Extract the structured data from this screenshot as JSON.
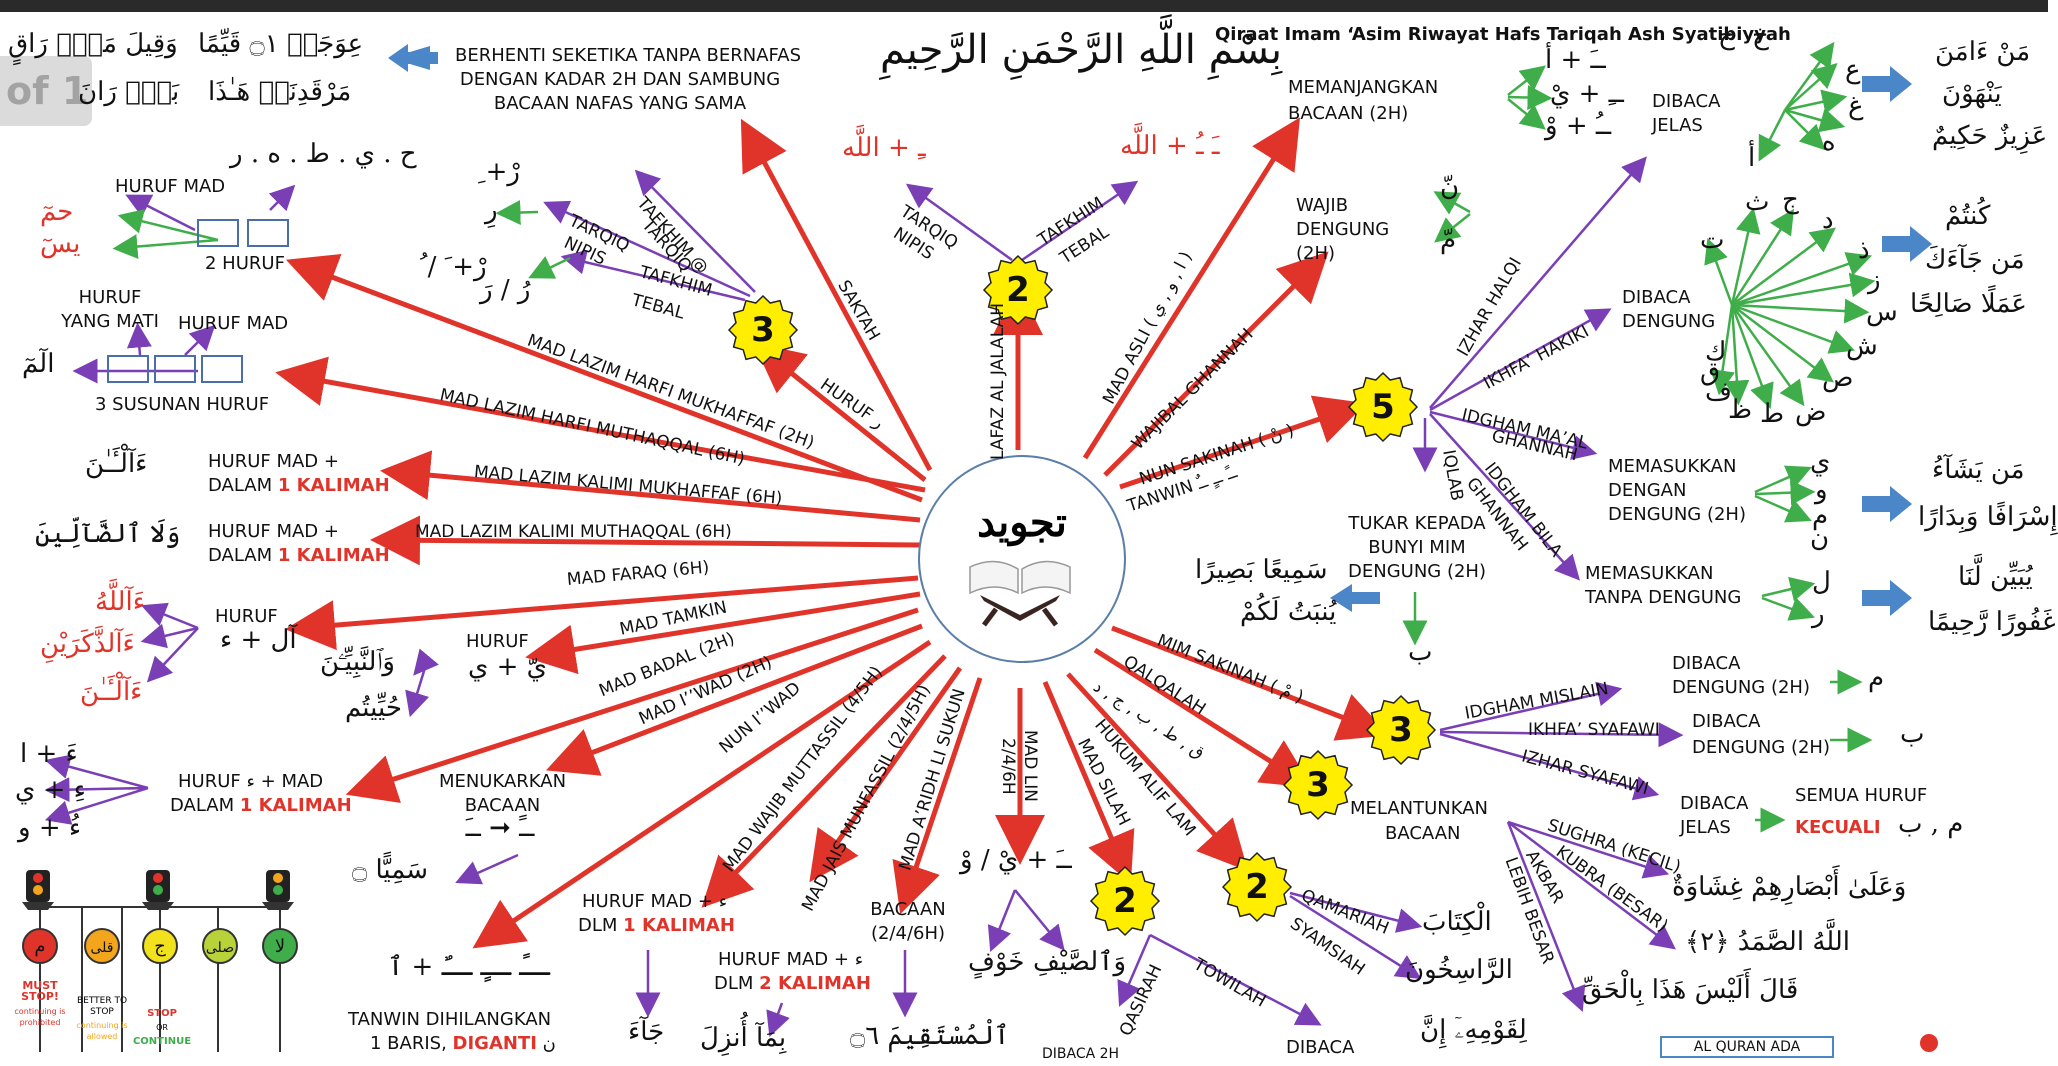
{
  "header": {
    "title": "Qiraat Imam ‘Asim Riwayat Hafs Tariqah Ash Syatibiyyah",
    "bismillah": "بِسْمِ اللَّهِ الرَّحْمَنِ الرَّحِيمِ",
    "page_badge": "of 1"
  },
  "hub": {
    "title": "تجويد"
  },
  "bursts": {
    "saktah_tafkhim": "3",
    "lafaz": "2",
    "nun_sakinah": "5",
    "mim_sakinah": "3",
    "qalqalah": "3",
    "alif_lam": "2",
    "mad_silah": "2"
  },
  "branches": {
    "saktah": "SAKTAH",
    "huruf_ra": "HURUF ر",
    "lafaz": "LAFAZ AL JALALAH",
    "mad_asli": "MAD ASLI ( ا , و , ي )",
    "wajibal_ghannah": "WAJIBAL GHANNAH",
    "nun_sakinah": "NUN SAKINAH ( نْ )",
    "tanwin": "TANWIN ــً ــٍ ــٌ",
    "mim_sakinah": "MIM SAKINAH ( مْ )",
    "qalqalah": "QALQALAH",
    "qalqalah_letters": "ق , ط , ب , ج , د",
    "hukum_alif_lam": "HUKUM ALIF LAM",
    "mad_silah": "MAD SILAH",
    "mad_lin": "MAD LIN",
    "mad_lin_sub": "2/4/6H",
    "mad_aridh": "MAD A’RIDH LI SUKUN",
    "mad_jais": "MAD JAIS MUNFASSIL (2/4/5H)",
    "mad_wajib": "MAD WAJIB MUTTASSIL (4/5H)",
    "nun_iwad": "NUN I’’WAD",
    "mad_iwad": "MAD  I’’WAD (2H)",
    "mad_badal": "MAD  BADAL (2H)",
    "mad_tamkin": "MAD  TAMKIN",
    "mad_faraq": "MAD  FARAQ (6H)",
    "mlkm": "MAD LAZIM KALIMI MUTHAQQAL (6H)",
    "mlkmk": "MAD LAZIM KALIMI MUKHAFFAF (6H)",
    "mlhm": "MAD LAZIM HARFI MUTHAQQAL (6H)",
    "mlhmk": "MAD LAZIM HARFI MUKHAFFAF (2H)"
  },
  "left": {
    "saktah_arabic_1": "عِوَجَاۜ ۝١ قَيِّمًا",
    "saktah_arabic_2": "مَرْقَدِنَاۜ هَـٰذَا",
    "saktah_arabic_3": "وَقِيلَ مَنْۜ رَاقٍ",
    "saktah_arabic_4": "بَلْۜ رَانَ",
    "saktah_desc_1": "BERHENTI SEKETIKA TANPA BERNAFAS",
    "saktah_desc_2": "DENGAN KADAR 2H DAN SAMBUNG",
    "saktah_desc_3": "BACAAN NAFAS YANG SAMA",
    "letters_row": "ح . ي . ط . ه . ر",
    "huruf_mad_top": "HURUF MAD",
    "hamim": "حمٓ",
    "yasin": "يسٓ",
    "two_huruf": "2 HURUF",
    "huruf_yang_mati": "HURUF\nYANG MATI",
    "huruf_mad_mid": "HURUF MAD",
    "alif_lam_mim": "الٓمٓ",
    "three_susunan": "3 SUSUNAN HURUF",
    "tafkhim_at": "TAFKHIM @",
    "tarqiq_1": "TARQIQ",
    "tarqiq_nipis": "TARQIQ",
    "nipis": "NIPIS",
    "tafkhim_tebal": "TAFKHIM",
    "tebal": "TEBAL",
    "ra_1": "رْ+ ِ",
    "ra_2": "رِ",
    "ra_3": "رُ / رَ",
    "ra_4": "رْ+ َ / ُ",
    "lk1_label": "HURUF  MAD +",
    "lk1_label2": "DALAM",
    "lk1_red": "1 KALIMAH",
    "lk1_arabic": "ءَآلْـَٔـٰنَ",
    "lk2_label": "HURUF  MAD +",
    "lk2_label2": "DALAM",
    "lk2_red": "1 KALIMAH",
    "lk2_arabic": "وَلَا ٱلضَّآلِّينَ",
    "faraq_huruf": "HURUF",
    "faraq_sub": "آل + ء",
    "faraq_a1": "ءَآللَّهُ",
    "faraq_a2": "ءَآلذَّكَرَيْنِ",
    "faraq_a3": "ءَآلْـَٔـٰنَ",
    "tamkin_huruf": "HURUF",
    "tamkin_sub": "يّ + ي",
    "tamkin_a1": "وَٱلنَّبِيِّـۧنَ",
    "tamkin_a2": "حُيِّيتُم",
    "badal_label": "HURUF  ء  + MAD",
    "badal_label2": "DALAM",
    "badal_red": "1 KALIMAH",
    "badal_a1": "ءَ + ا",
    "badal_a2": "ءِ + ي",
    "badal_a3": "ءُ + و",
    "iwad_label": "MENUKARKAN",
    "iwad_label2": "BACAAN",
    "iwad_sub": "ــً ➞ ــَ",
    "iwad_arabic": "سَمِيًّا ۝",
    "nun_arabic": "ــً ــٍ ــٌ + ٱ",
    "tanwin_text": "TANWIN DIHILANGKAN",
    "tanwin_text2": "1 BARIS,",
    "tanwin_red": "DIGANTI",
    "tanwin_nun": "ن",
    "wajib_label": "HURUF MAD + ء",
    "wajib_label2": "DLM",
    "wajib_red": "1 KALIMAH",
    "wajib_arabic": "جَآءَ",
    "jais_label": "HURUF MAD + ء",
    "jais_label2": "DLM",
    "jais_red": "2 KALIMAH",
    "jais_arabic": "بِمَآ أُنزِلَ",
    "aridh_label": "BACAAN",
    "aridh_sub": "(2/4/6H)",
    "aridh_arabic": "ٱلْمُسْتَقِيمَ ۝٦",
    "lin_formula": "ــَ + يْ / وْ",
    "lin_a1": "وَٱلصَّيْفِ",
    "lin_a2": "خَوْفٍ",
    "silah_qasirah": "QASIRAH",
    "silah_towilah": "TOWILAH",
    "silah_bottom_1": "DIBACA 2H",
    "silah_bottom_2": "DIBACA"
  },
  "traffic": {
    "must_stop": "MUST STOP!",
    "must_stop_sub": "continuing is prohibited",
    "better_stop": "BETTER TO STOP",
    "better_stop_sub": "continuing is allowed",
    "stop_or": "STOP",
    "stop_or_mid": "OR",
    "stop_or_cont": "CONTINUE",
    "c1": "م",
    "c2": "قلى",
    "c3": "ج",
    "c4": "صلى",
    "c5": "لا"
  },
  "top": {
    "tarqiq": "TARQIQ",
    "nipis": "NIPIS",
    "tafkhim": "TAFKHIM",
    "tebal": "TEBAL",
    "left_formula": "ـِ + اللَّه",
    "right_formula": "ـَ ـُ + اللَّه",
    "memanjangkan": "MEMANJANGKAN",
    "bacaan_2h": "BACAAN (2H)",
    "mad_f1": "ــَ + أ",
    "mad_f2": "ــِ + يْ",
    "mad_f3": "ــُ + وْ",
    "wajib_dengung": "WAJIB",
    "wajib_dengung2": "DENGUNG",
    "wajib_dengung3": "(2H)",
    "wg_nun": "نّ",
    "wg_mim": "مّ"
  },
  "right": {
    "izhar_halqi": "IZHAR HALQI",
    "ikhfa_hakiki": "IKHFA’ HAKIKI",
    "idgham_maal": "IDGHAM MA’AL",
    "ghannah1": "GHANNAH",
    "idgham_bila": "IDGHAM BILA",
    "ghannah2": "GHANNAH",
    "iqlab": "IQLAB",
    "dibaca_jelas": "DIBACA",
    "dibaca_jelas2": "JELAS",
    "halqi_letters": [
      "خ",
      "ح",
      "ع",
      "غ",
      "ه",
      "أ"
    ],
    "halqi_arabic_1": "مَنْ ءَامَنَ",
    "halqi_arabic_2": "يَنْهَوْنَ",
    "halqi_arabic_3": "عَزِيزٌ حَكِيمٌ",
    "dibaca_dengung": "DIBACA",
    "dibaca_dengung2": "DENGUNG",
    "ikhfa_letters": [
      "ت",
      "ث",
      "ج",
      "د",
      "ذ",
      "ز",
      "س",
      "ش",
      "ص",
      "ض",
      "ط",
      "ظ",
      "ف",
      "ق",
      "ك"
    ],
    "ikhfa_arabic_1": "كُنتُمْ",
    "ikhfa_arabic_2": "مَن جَآءَكَ",
    "ikhfa_arabic_3": "عَمَلًا صَالِحًا",
    "memasukkan": "MEMASUKKAN",
    "memasukkan2": "DENGAN",
    "memasukkan3": "DENGUNG (2H)",
    "maal_letters": [
      "ي",
      "و",
      "م",
      "ن"
    ],
    "maal_arabic_1": "مَن يَشَآءُ",
    "maal_arabic_2": "إِسْرَافًا وَبِدَارًا",
    "tanpa": "MEMASUKKAN",
    "tanpa2": "TANPA DENGUNG",
    "bila_letters": [
      "ل",
      "ر"
    ],
    "bila_arabic_1": "يُبَيِّن لَّنَا",
    "bila_arabic_2": "غَفُورًا رَّحِيمًا",
    "tukar": "TUKAR KEPADA",
    "tukar2": "BUNYI MIM",
    "tukar3": "DENGUNG (2H)",
    "iqlab_ba": "ب",
    "iqlab_a1": "سَمِيعًا بَصِيرًا",
    "iqlab_a2": "يُنبَتُ لَكُمْ",
    "idgham_mislain": "IDGHAM MISLAIN",
    "ikhfa_syafawi": "IKHFA’ SYAFAWI",
    "izhar_syafawi": "IZHAR SYAFAWI",
    "mislain_res": "DIBACA",
    "mislain_res2": "DENGUNG (2H)",
    "mislain_letter": "م",
    "syafawi_res": "DIBACA",
    "syafawi_res2": "DENGUNG (2H)",
    "syafawi_letter": "ب",
    "izhar_res": "DIBACA",
    "izhar_res2": "JELAS",
    "semua": "SEMUA HURUF",
    "kecuali": "KECUALI",
    "kecuali_letters": "م , ب",
    "melantunkan": "MELANTUNKAN",
    "melantunkan2": "BACAAN",
    "sughra": "SUGHRA (KECIL)",
    "kubra": "KUBRA (BESAR)",
    "akbar": "AKBAR",
    "lebih_besar": "LEBIH BESAR",
    "q_a1": "وَعَلَىٰ أَبْصَارِهِمْ غِشَاوَةٌ",
    "q_a2": "اللَّهُ الصَّمَدُ ﴿٢﴾",
    "q_a3": "قَالَ أَلَيْسَ هَذَا بِالْحَقِّ",
    "qamariah": "QAMARIAH",
    "syamsiah": "SYAMSIAH",
    "alif_a1": "الْكِتَابَ",
    "alif_a2": "الرَّاسِخُونَ",
    "bottom_arabic": "لِقَوْمِهِۦٓ إِنَّ",
    "bottom_box": "AL QURAN ADA"
  },
  "colors": {
    "red": "#e0342a",
    "purple": "#7a3fb5",
    "green": "#3fae4a",
    "blue": "#4a86c8",
    "yellow": "#ffee00"
  }
}
